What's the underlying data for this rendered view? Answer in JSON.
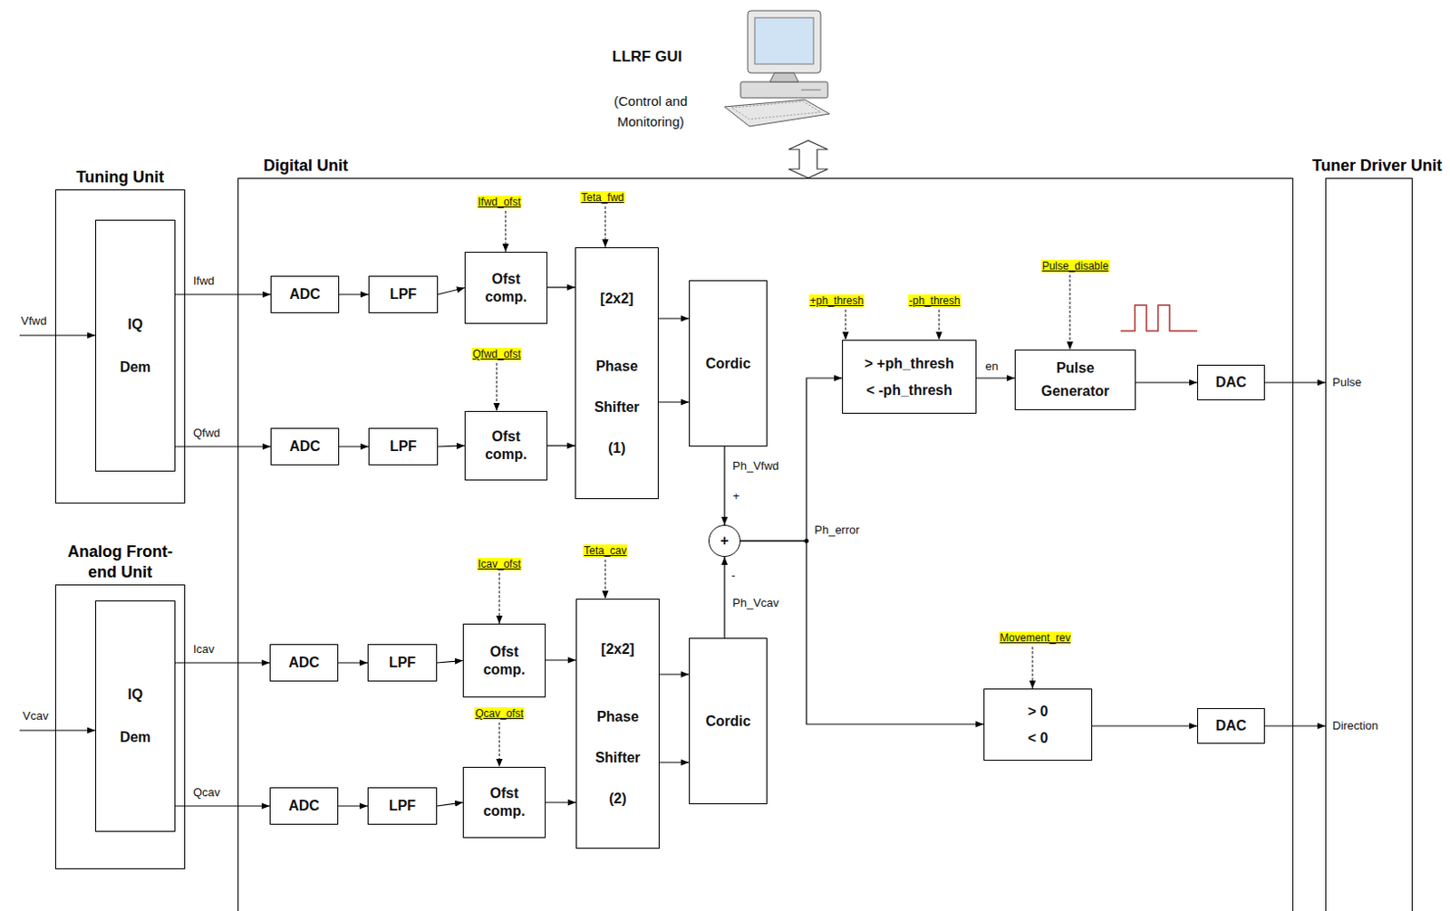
{
  "diagram": {
    "nodes": [
      {
        "text": [
          "Tuning Unit"
        ]
      },
      {
        "text": [
          "IQ Dem"
        ],
        "in": 0
      },
      {
        "text": [
          "Digital Unit"
        ]
      },
      {
        "text": [
          "ADC"
        ],
        "in": 2
      },
      {
        "text": [
          "LPF"
        ],
        "in": 2
      },
      {
        "text": [
          "Ofst comp."
        ],
        "in": 2
      },
      {
        "text": [
          "ADC"
        ],
        "in": 2
      },
      {
        "text": [
          "LPF"
        ],
        "in": 2
      },
      {
        "text": [
          "Ofst comp."
        ],
        "in": 2
      },
      {
        "text": [
          "[2x2]",
          "Phase Shifter (1)"
        ],
        "in": 2
      },
      {
        "text": [
          "Cordic"
        ],
        "in": 2
      },
      {
        "text": [
          "+"
        ],
        "in": 2
      },
      {
        "text": [
          "> +ph_thresh",
          "< -ph_thresh"
        ],
        "in": 2
      },
      {
        "text": [
          "Pulse Generator"
        ],
        "in": 2
      },
      {
        "text": [
          "DAC"
        ],
        "in": 2
      },
      {
        "text": [
          "ADC"
        ],
        "in": 2
      },
      {
        "text": [
          "LPF"
        ],
        "in": 2
      },
      {
        "text": [
          "Ofst comp."
        ],
        "in": 2
      },
      {
        "text": [
          "ADC"
        ],
        "in": 2
      },
      {
        "text": [
          "LPF"
        ],
        "in": 2
      },
      {
        "text": [
          "Ofst comp."
        ],
        "in": 2
      },
      {
        "text": [
          "[2x2]",
          "Phase Shifter (2)"
        ],
        "in": 2
      },
      {
        "text": [
          "Cordic"
        ],
        "in": 2
      },
      {
        "text": [
          "> 0",
          "< 0"
        ],
        "in": 2
      },
      {
        "text": [
          "DAC"
        ],
        "in": 2
      },
      {
        "text": [
          "Analog Front-end Unit"
        ]
      },
      {
        "text": [
          "IQ Dem"
        ],
        "in": 25
      },
      {
        "text": [
          "Tuner Driver Unit"
        ]
      }
    ],
    "edges": [
      {
        "from": 1,
        "to": 3,
        "arrow": "to",
        "label": "Ifwd"
      },
      {
        "from": 1,
        "to": 6,
        "arrow": "to",
        "label": "Qfwd"
      },
      {
        "from": 3,
        "to": 4,
        "arrow": "to"
      },
      {
        "from": 4,
        "to": 5,
        "arrow": "to"
      },
      {
        "from": 5,
        "to": 9,
        "arrow": "to"
      },
      {
        "from": 6,
        "to": 7,
        "arrow": "to"
      },
      {
        "from": 7,
        "to": 8,
        "arrow": "to"
      },
      {
        "from": 8,
        "to": 9,
        "arrow": "to"
      },
      {
        "from": 9,
        "to": 10,
        "arrow": "to"
      },
      {
        "from": 9,
        "to": 10,
        "arrow": "to"
      },
      {
        "from": 10,
        "to": 11,
        "arrow": "to",
        "label": "Ph_Vfwd"
      },
      {
        "from": 26,
        "to": 15,
        "arrow": "to",
        "label": "Icav"
      },
      {
        "from": 26,
        "to": 18,
        "arrow": "to",
        "label": "Qcav"
      },
      {
        "from": 15,
        "to": 16,
        "arrow": "to"
      },
      {
        "from": 16,
        "to": 17,
        "arrow": "to"
      },
      {
        "from": 17,
        "to": 21,
        "arrow": "to"
      },
      {
        "from": 18,
        "to": 19,
        "arrow": "to"
      },
      {
        "from": 19,
        "to": 20,
        "arrow": "to"
      },
      {
        "from": 20,
        "to": 21,
        "arrow": "to"
      },
      {
        "from": 21,
        "to": 22,
        "arrow": "to"
      },
      {
        "from": 21,
        "to": 22,
        "arrow": "to"
      },
      {
        "from": 22,
        "to": 11,
        "arrow": "to",
        "label": "Ph_Vcav"
      },
      {
        "from": 11,
        "to": 12,
        "arrow": "to",
        "label": "Ph_error"
      },
      {
        "from": 11,
        "to": 23,
        "arrow": "to"
      },
      {
        "from": 12,
        "to": 13,
        "arrow": "to",
        "label": "en"
      },
      {
        "from": 13,
        "to": 14,
        "arrow": "to"
      },
      {
        "from": 14,
        "to": 27,
        "arrow": "to",
        "label": "Pulse"
      },
      {
        "from": 23,
        "to": 24,
        "arrow": "to"
      },
      {
        "from": 24,
        "to": 27,
        "arrow": "to",
        "label": "Direction"
      }
    ],
    "labels": [
      "LLRF GUI",
      "(Control and Monitoring)",
      "Vfwd",
      "Vcav",
      "Ifwd_ofst",
      "Teta_fwd",
      "Qfwd_ofst",
      "Icav_ofst",
      "Teta_cav",
      "Qcav_ofst",
      "+ph_thresh",
      "-ph_thresh",
      "Pulse_disable",
      "Movement_rev",
      "+",
      "-"
    ]
  }
}
